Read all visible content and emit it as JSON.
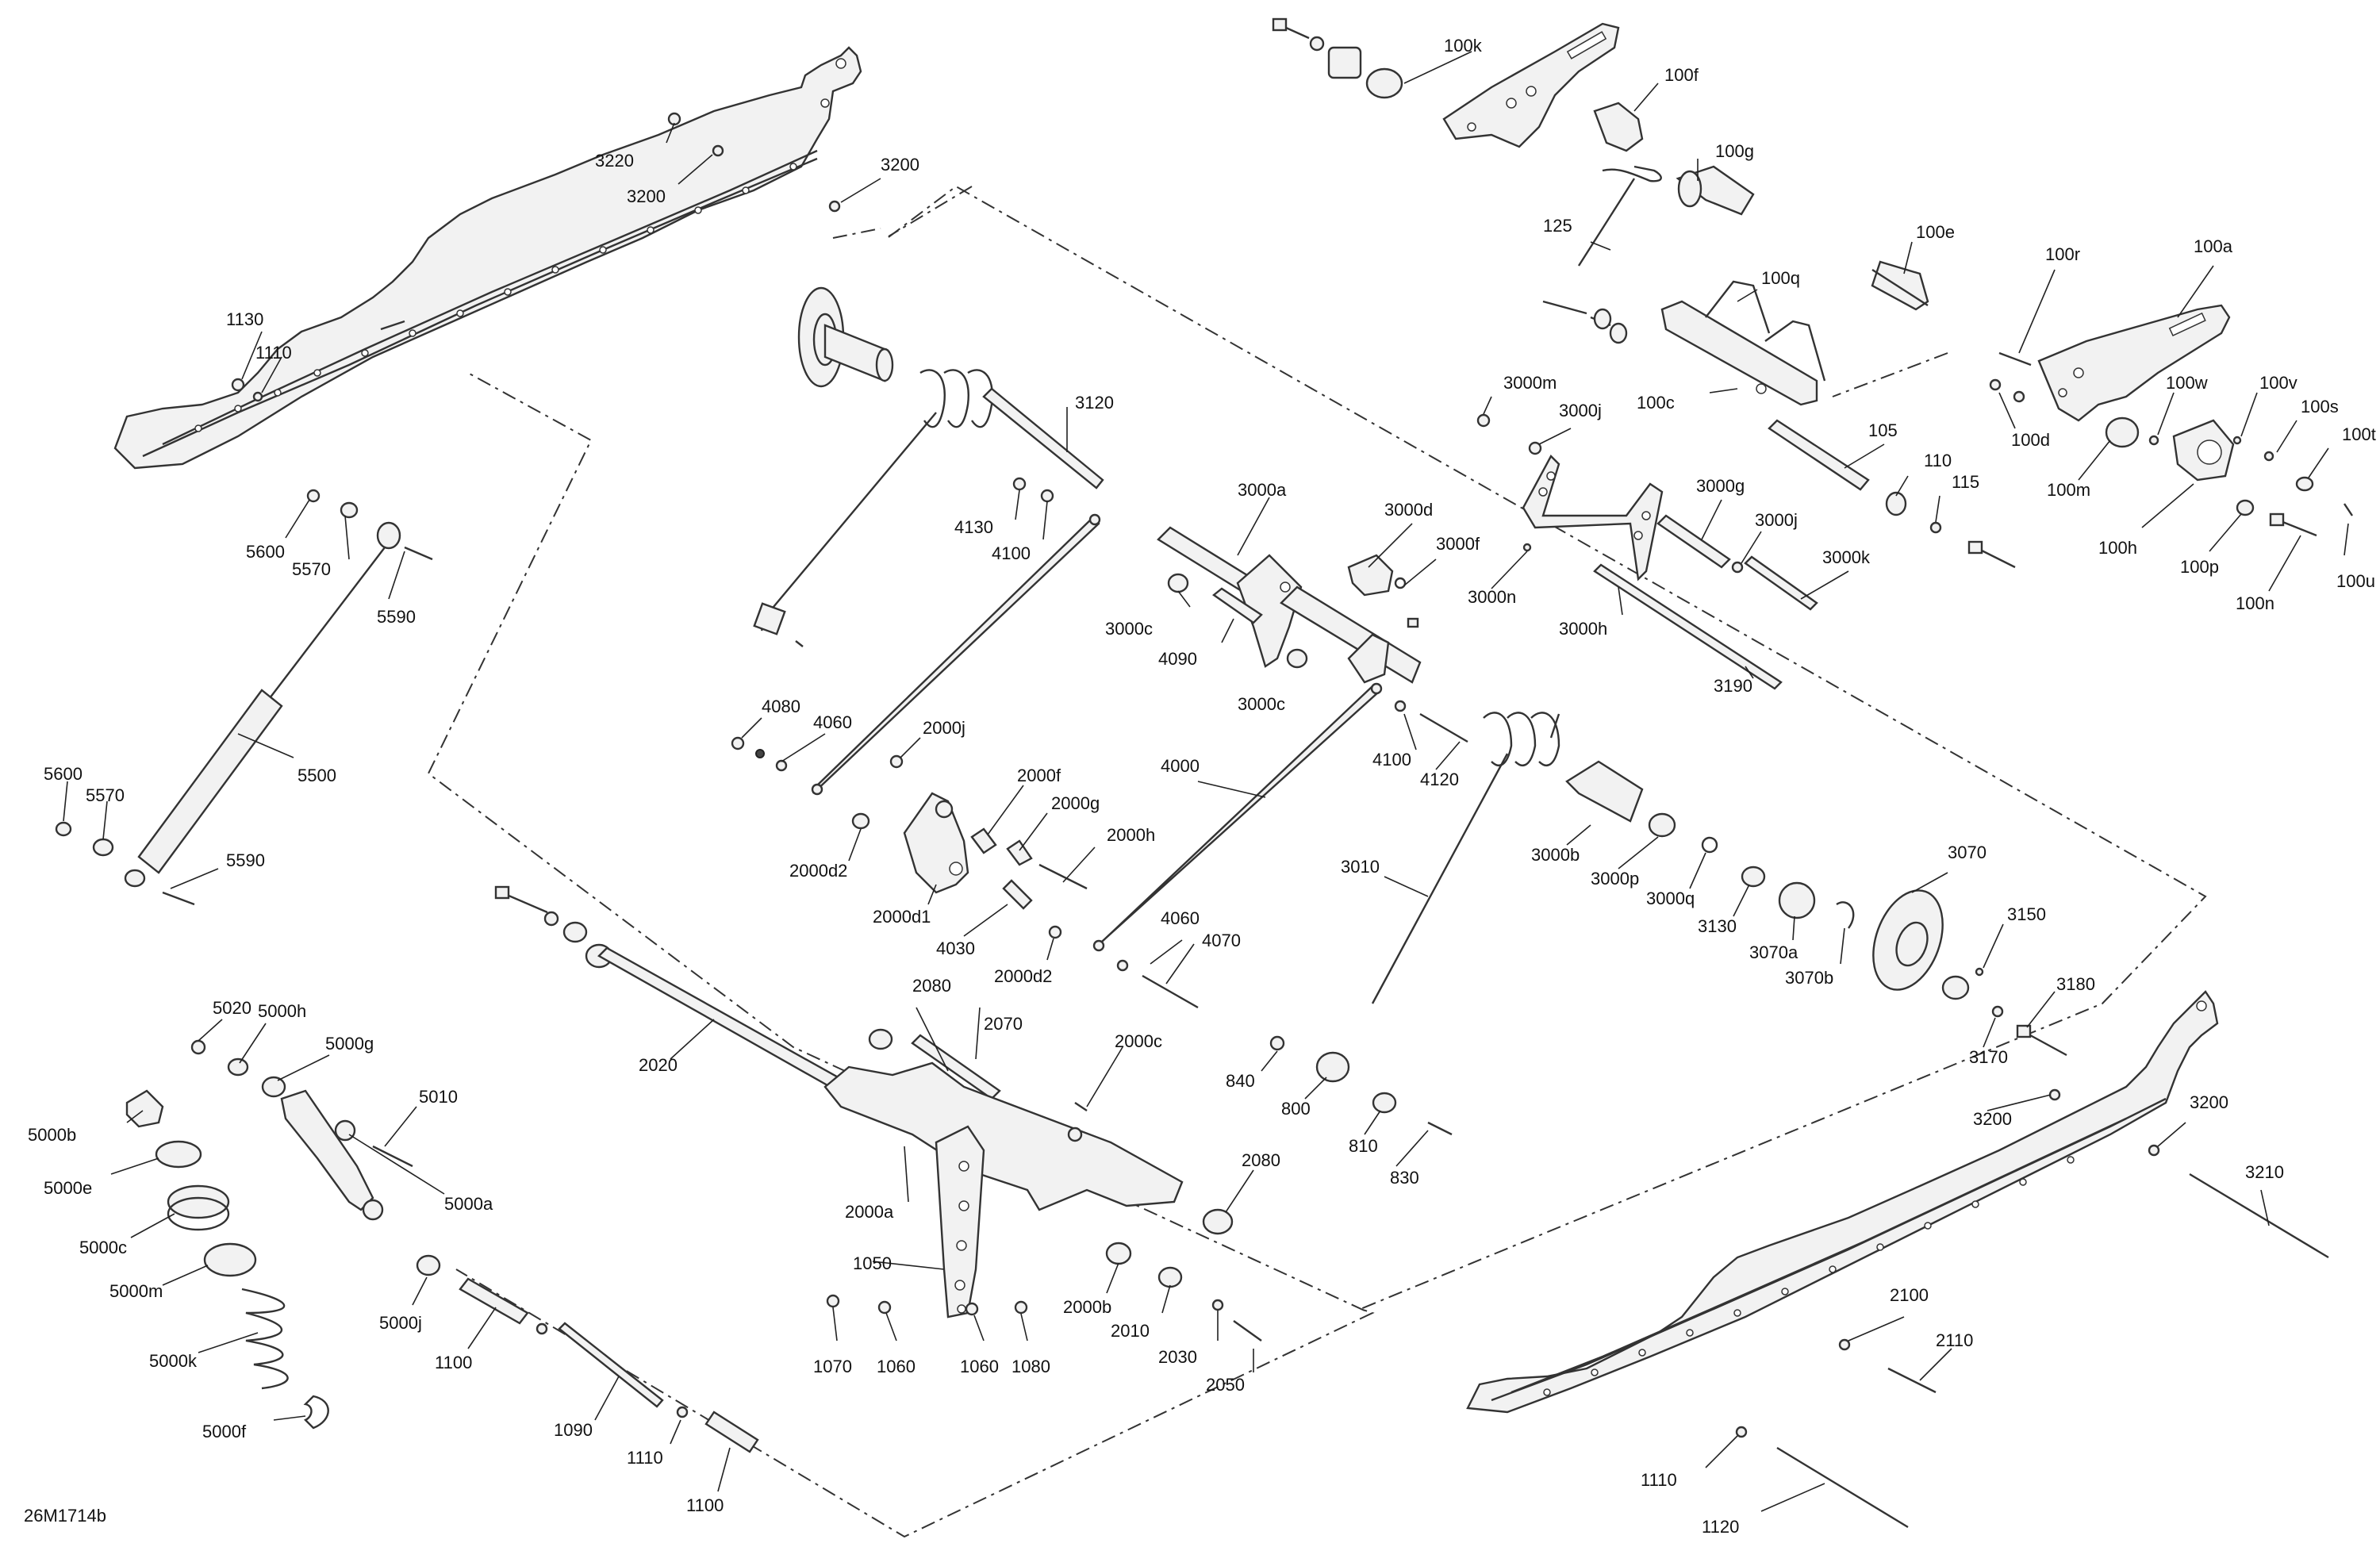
{
  "figure_code": "26M1714b",
  "labels": {
    "l100k": "100k",
    "l100f": "100f",
    "l100g": "100g",
    "l100e": "100e",
    "l125": "125",
    "l100q": "100q",
    "l100c": "100c",
    "l100a": "100a",
    "l100r": "100r",
    "l100d": "100d",
    "l100w": "100w",
    "l100v": "100v",
    "l100s": "100s",
    "l100t": "100t",
    "l100m": "100m",
    "l100h": "100h",
    "l100p": "100p",
    "l100n": "100n",
    "l100u": "100u",
    "l105": "105",
    "l110a": "110",
    "l115": "115",
    "l3220": "3220",
    "l3200a": "3200",
    "l3200b": "3200",
    "l3200c": "3200",
    "l3200d": "3200",
    "l1130": "1130",
    "l1110a": "1110",
    "l1110b": "1110",
    "l1110c": "1110",
    "l5600a": "5600",
    "l5570a": "5570",
    "l5590a": "5590",
    "l5500": "5500",
    "l5600b": "5600",
    "l5570b": "5570",
    "l5590b": "5590",
    "l3120": "3120",
    "l4130": "4130",
    "l4100a": "4100",
    "l4100b": "4100",
    "l3000a": "3000a",
    "l3000c1": "3000c",
    "l3000c2": "3000c",
    "l4090": "4090",
    "l3000d": "3000d",
    "l3000f": "3000f",
    "l3000n": "3000n",
    "l3000m": "3000m",
    "l3000j1": "3000j",
    "l3000j2": "3000j",
    "l3000g": "3000g",
    "l3000k": "3000k",
    "l3000h": "3000h",
    "l3190": "3190",
    "l4080": "4080",
    "l4060a": "4060",
    "l4060b": "4060",
    "l2000j": "2000j",
    "l2000f": "2000f",
    "l2000g": "2000g",
    "l2000h": "2000h",
    "l2000d2a": "2000d2",
    "l2000d2b": "2000d2",
    "l2000d1": "2000d1",
    "l4030": "4030",
    "l4000": "4000",
    "l4120": "4120",
    "l4070": "4070",
    "l3010": "3010",
    "l3000b": "3000b",
    "l3000p": "3000p",
    "l3000q": "3000q",
    "l3130": "3130",
    "l3070": "3070",
    "l3070a": "3070a",
    "l3070b": "3070b",
    "l3150": "3150",
    "l3180": "3180",
    "l3170": "3170",
    "l3210": "3210",
    "l5020": "5020",
    "l5000h": "5000h",
    "l5000g": "5000g",
    "l5010": "5010",
    "l5000b": "5000b",
    "l5000e": "5000e",
    "l5000c": "5000c",
    "l5000a": "5000a",
    "l5000m": "5000m",
    "l5000j": "5000j",
    "l5000k": "5000k",
    "l5000f": "5000f",
    "l2020": "2020",
    "l2080a": "2080",
    "l2080b": "2080",
    "l2070": "2070",
    "l2000c": "2000c",
    "l2000a": "2000a",
    "l1050": "1050",
    "l1070": "1070",
    "l1060a": "1060",
    "l1060b": "1060",
    "l1080": "1080",
    "l2000b": "2000b",
    "l2010": "2010",
    "l2030": "2030",
    "l2050": "2050",
    "l1100a": "1100",
    "l1100b": "1100",
    "l1090": "1090",
    "l840": "840",
    "l800": "800",
    "l810": "810",
    "l830": "830",
    "l2100": "2100",
    "l2110": "2110",
    "l1120": "1120"
  }
}
